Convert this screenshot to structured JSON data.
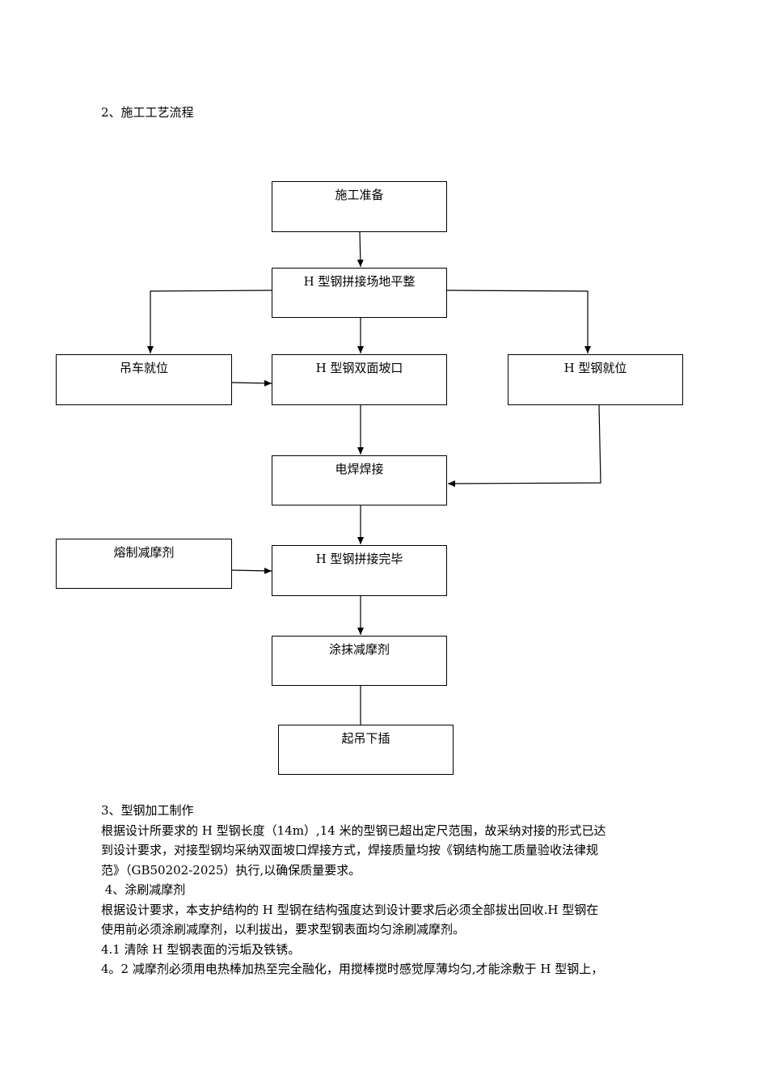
{
  "section2": {
    "title": "2、施工工艺流程"
  },
  "flowchart": {
    "prepare": "施工准备",
    "site_leveling": "H 型钢拼接场地平整",
    "crane": "吊车就位",
    "double_bevel": "H 型钢双面坡口",
    "steel_position": "H 型钢就位",
    "welding": "电焊焊接",
    "melt_lubricant": "熔制减摩剂",
    "splice_done": "H 型钢拼接完毕",
    "apply_lubricant": "涂抹减摩剂",
    "hoist_insert": "起吊下插"
  },
  "section3": {
    "title": "3、型钢加工制作",
    "lines": [
      "根据设计所要求的 H 型钢长度（14m）,14 米的型钢已超出定尺范围，故采纳对接的形式已达",
      "到设计要求，对接型钢均采纳双面坡口焊接方式，焊接质量均按《钢结构施工质量验收法律规",
      "范》（GB50202-2025）执行,以确保质量要求。"
    ]
  },
  "section4": {
    "title": " 4、涂刷减摩剂",
    "lines": [
      "根据设计要求，本支护结构的 H 型钢在结构强度达到设计要求后必须全部拔出回收.H 型钢在",
      "使用前必须涂刷减摩剂，以利拔出，要求型钢表面均匀涂刷减摩剂。",
      "4.1 清除 H 型钢表面的污垢及铁锈。",
      "4。2 减摩剂必须用电热棒加热至完全融化，用搅棒搅时感觉厚薄均匀,才能涂敷于 H 型钢上，"
    ]
  }
}
